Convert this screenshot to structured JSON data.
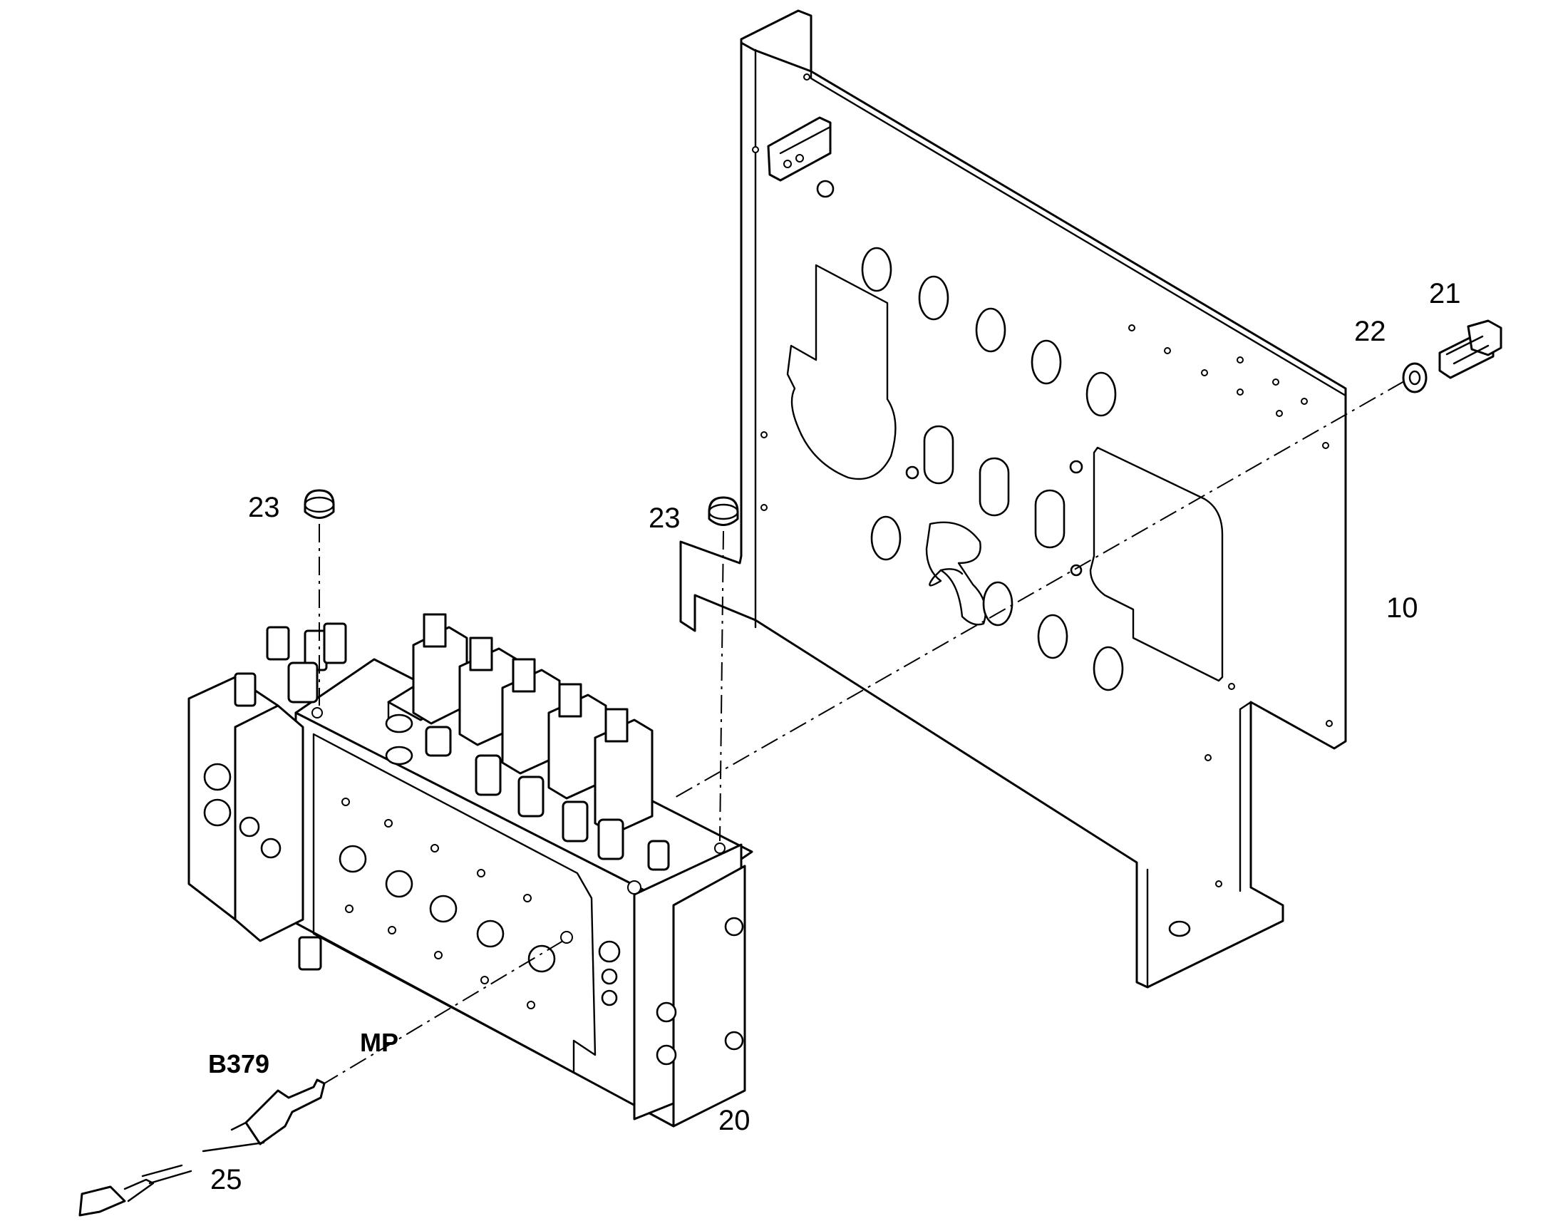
{
  "callouts": {
    "plate": "10",
    "control_valve": "20",
    "bolt": "21",
    "washer": "22",
    "plug_left": "23",
    "plug_right": "23",
    "sensor": "25",
    "sensor_code": "B379",
    "measuring_point": "MP"
  },
  "colors": {
    "line": "#000000",
    "background": "#ffffff"
  }
}
